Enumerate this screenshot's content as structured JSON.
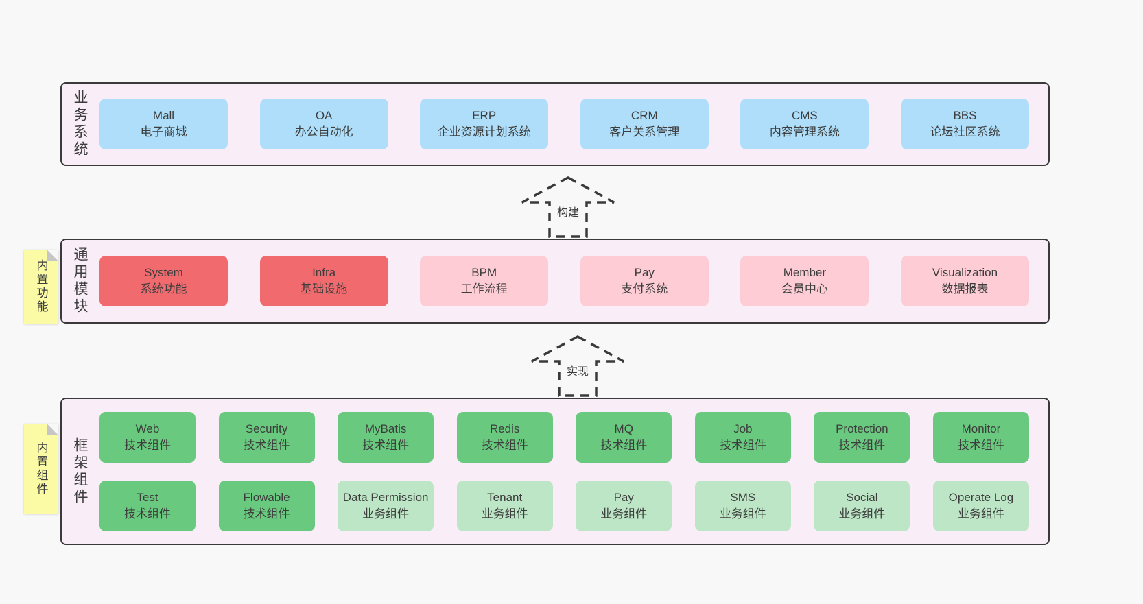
{
  "colors": {
    "page": "#f8f8f8",
    "band_bg": "#f9edf8",
    "border": "#3a3a3a",
    "text": "#3d3d3d",
    "blue": "#aedef9",
    "red": "#f16a6e",
    "pink": "#fdccd5",
    "green": "#69c97e",
    "green_light": "#bce6c5",
    "sticky": "#fbfaa5",
    "fold": "#c6c6c6"
  },
  "arrows": [
    {
      "label": "构建"
    },
    {
      "label": "实现"
    }
  ],
  "bands": [
    {
      "label": "业务系统",
      "rows": [
        [
          {
            "name": "Mall",
            "desc": "电子商城"
          },
          {
            "name": "OA",
            "desc": "办公自动化"
          },
          {
            "name": "ERP",
            "desc": "企业资源计划系统"
          },
          {
            "name": "CRM",
            "desc": "客户关系管理"
          },
          {
            "name": "CMS",
            "desc": "内容管理系统"
          },
          {
            "name": "BBS",
            "desc": "论坛社区系统"
          }
        ]
      ]
    },
    {
      "label": "通用模块",
      "sticky": "内置功能",
      "rows": [
        [
          {
            "name": "System",
            "desc": "系统功能"
          },
          {
            "name": "Infra",
            "desc": "基础设施"
          },
          {
            "name": "BPM",
            "desc": "工作流程"
          },
          {
            "name": "Pay",
            "desc": "支付系统"
          },
          {
            "name": "Member",
            "desc": "会员中心"
          },
          {
            "name": "Visualization",
            "desc": "数据报表"
          }
        ]
      ]
    },
    {
      "label": "框架组件",
      "sticky": "内置组件",
      "rows": [
        [
          {
            "name": "Web",
            "desc": "技术组件"
          },
          {
            "name": "Security",
            "desc": "技术组件"
          },
          {
            "name": "MyBatis",
            "desc": "技术组件"
          },
          {
            "name": "Redis",
            "desc": "技术组件"
          },
          {
            "name": "MQ",
            "desc": "技术组件"
          },
          {
            "name": "Job",
            "desc": "技术组件"
          },
          {
            "name": "Protection",
            "desc": "技术组件"
          },
          {
            "name": "Monitor",
            "desc": "技术组件"
          }
        ],
        [
          {
            "name": "Test",
            "desc": "技术组件"
          },
          {
            "name": "Flowable",
            "desc": "技术组件"
          },
          {
            "name": "Data Permission",
            "desc": "业务组件"
          },
          {
            "name": "Tenant",
            "desc": "业务组件"
          },
          {
            "name": "Pay",
            "desc": "业务组件"
          },
          {
            "name": "SMS",
            "desc": "业务组件"
          },
          {
            "name": "Social",
            "desc": "业务组件"
          },
          {
            "name": "Operate Log",
            "desc": "业务组件"
          }
        ]
      ]
    }
  ]
}
